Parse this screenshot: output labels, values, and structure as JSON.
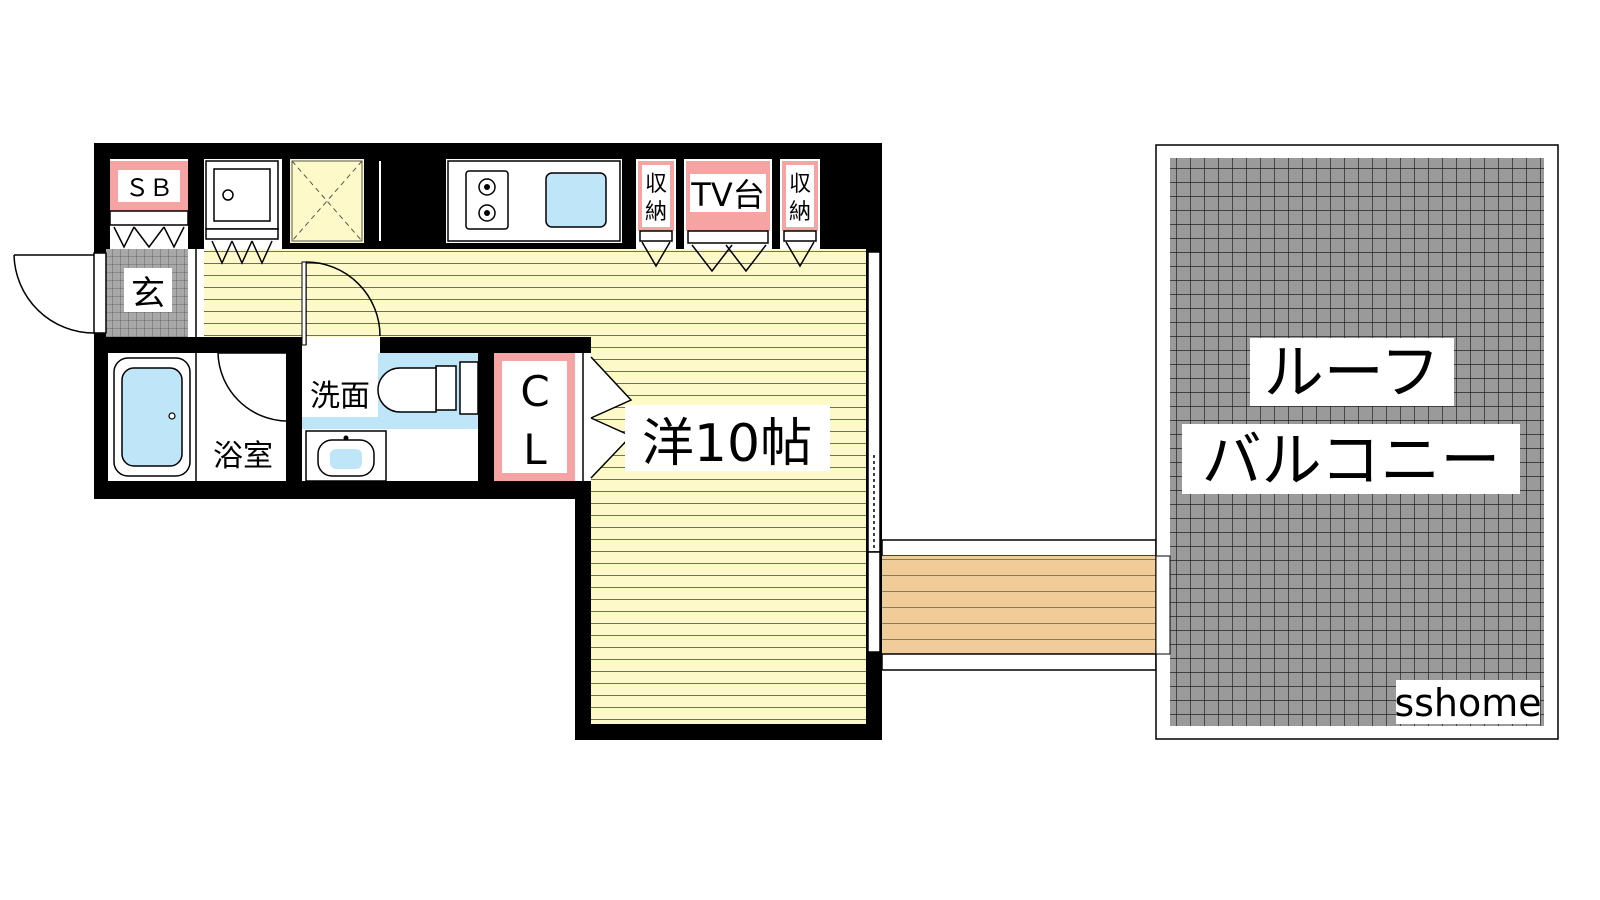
{
  "floorplan": {
    "labels": {
      "shoe_box": "ＳＢ",
      "entrance": "玄",
      "bathroom": "浴室",
      "washroom": "洗面",
      "closet_c": "C",
      "closet_l": "L",
      "room": "洋10帖",
      "storage_left_1": "収",
      "storage_left_2": "納",
      "tv_stand": "TV台",
      "storage_right_1": "収",
      "storage_right_2": "納",
      "roof_balcony_line1": "ルーフ",
      "roof_balcony_line2": "バルコニー",
      "watermark": "sshome"
    },
    "colors": {
      "wall": "#000000",
      "room_floor": "#fdf9c8",
      "room_line": "#6e6e6e",
      "balcony_floor": "#9a9a9a",
      "balcony_grid": "#222222",
      "deck": "#f0cc9a",
      "furniture_pink": "#f5a3a3",
      "fixture_blue": "#bfe6f8",
      "entrance_tile": "#9a9a9a"
    }
  }
}
